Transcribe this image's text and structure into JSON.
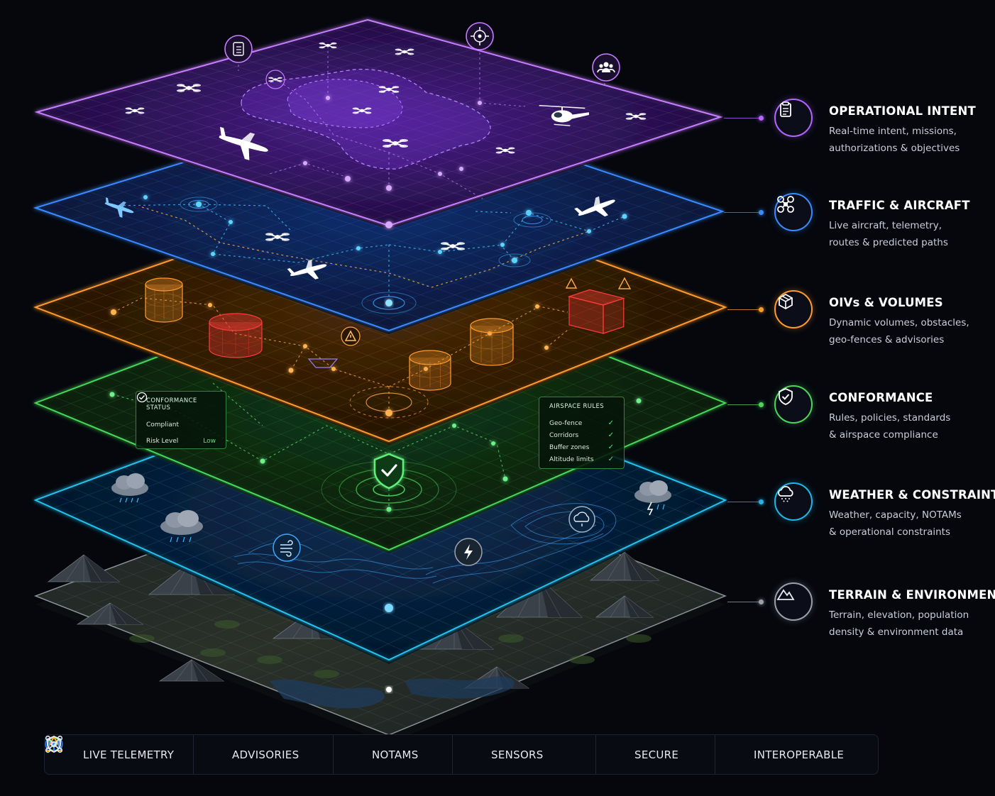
{
  "layers": [
    {
      "id": "operational-intent",
      "title": "OPERATIONAL INTENT",
      "desc": [
        "Real-time intent, missions,",
        "authorizations & objectives"
      ],
      "color": "#b266ff",
      "icon": "clipboard-icon"
    },
    {
      "id": "traffic-aircraft",
      "title": "TRAFFIC & AIRCRAFT",
      "desc": [
        "Live aircraft, telemetry,",
        "routes & predicted paths"
      ],
      "color": "#3a8bff",
      "icon": "drone-icon"
    },
    {
      "id": "oivs-volumes",
      "title": "OIVs & VOLUMES",
      "desc": [
        "Dynamic volumes, obstacles,",
        "geo-fences & advisories"
      ],
      "color": "#ff9a2e",
      "icon": "cube-icon"
    },
    {
      "id": "conformance",
      "title": "CONFORMANCE",
      "desc": [
        "Rules, policies, standards",
        "& airspace compliance"
      ],
      "color": "#4fd45e",
      "icon": "shield-check-icon"
    },
    {
      "id": "weather-constraints",
      "title": "WEATHER & CONSTRAINTS",
      "desc": [
        "Weather, capacity, NOTAMs",
        "& operational constraints"
      ],
      "color": "#1fb6e8",
      "icon": "cloud-rain-icon"
    },
    {
      "id": "terrain-environment",
      "title": "TERRAIN & ENVIRONMENT",
      "desc": [
        "Terrain, elevation, population",
        "density & environment data"
      ],
      "color": "#9aa0aa",
      "icon": "mountain-icon"
    }
  ],
  "conformance_panel": {
    "title": "CONFORMANCE STATUS",
    "status": "Compliant",
    "risk_label": "Risk Level",
    "risk_value": "Low"
  },
  "airspace_panel": {
    "title": "AIRSPACE RULES",
    "rules": [
      "Geo-fence",
      "Corridors",
      "Buffer zones",
      "Altitude limits"
    ]
  },
  "legend": [
    {
      "label": "LIVE TELEMETRY",
      "icon": "live-dot-icon",
      "color": "#4fd45e"
    },
    {
      "label": "ADVISORIES",
      "icon": "warning-triangle-icon",
      "color": "#b266ff"
    },
    {
      "label": "NOTAMS",
      "icon": "warning-triangle-icon",
      "color": "#ffb020"
    },
    {
      "label": "SENSORS",
      "icon": "antenna-icon",
      "color": "#3a8bff"
    },
    {
      "label": "SECURE",
      "icon": "shield-check-icon",
      "color": "#e6e9ef"
    },
    {
      "label": "INTEROPERABLE",
      "icon": "network-icon",
      "color": "#e6e9ef"
    }
  ]
}
